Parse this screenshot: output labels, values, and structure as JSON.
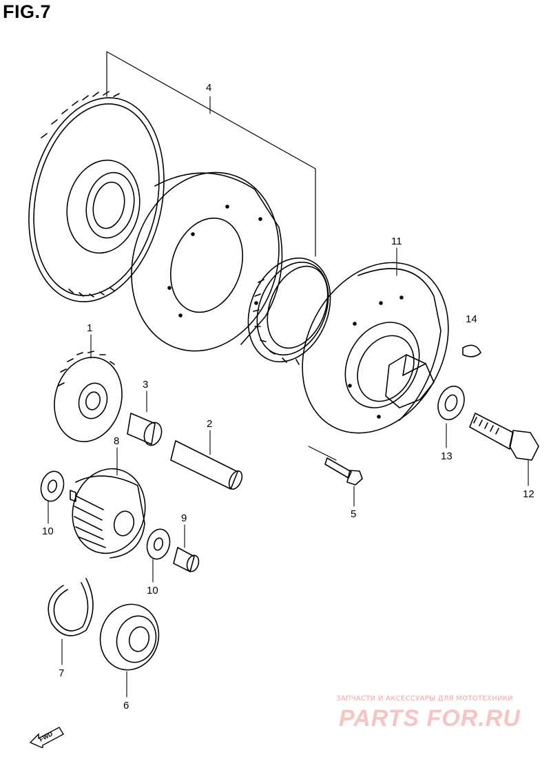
{
  "figure": {
    "title": "FIG.7"
  },
  "callouts": [
    {
      "id": "4",
      "label": "4"
    },
    {
      "id": "11",
      "label": "11"
    },
    {
      "id": "14",
      "label": "14"
    },
    {
      "id": "1",
      "label": "1"
    },
    {
      "id": "3",
      "label": "3"
    },
    {
      "id": "2",
      "label": "2"
    },
    {
      "id": "8",
      "label": "8"
    },
    {
      "id": "13",
      "label": "13"
    },
    {
      "id": "12",
      "label": "12"
    },
    {
      "id": "5",
      "label": "5"
    },
    {
      "id": "10a",
      "label": "10"
    },
    {
      "id": "9",
      "label": "9"
    },
    {
      "id": "10b",
      "label": "10"
    },
    {
      "id": "7",
      "label": "7"
    },
    {
      "id": "6",
      "label": "6"
    }
  ],
  "direction_marker": {
    "label": "FWD"
  },
  "watermark": {
    "tagline": "ЗАПЧАСТИ И АКСЕССУАРЫ ДЛЯ МОТОТЕХНИКИ",
    "brand": "PARTS FOR.RU"
  }
}
